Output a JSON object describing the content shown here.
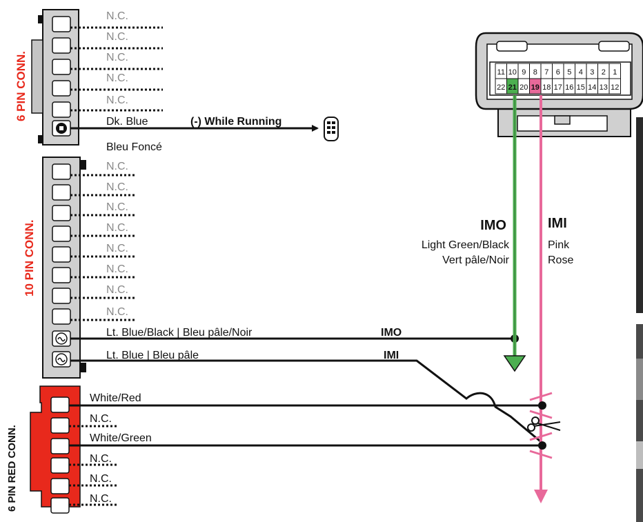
{
  "connectors": {
    "six_pin_title": "6 PIN CONN.",
    "ten_pin_title": "10 PIN CONN.",
    "red_six_pin_title": "6 PIN RED CONN."
  },
  "six_pin": {
    "nc_label": "N.C.",
    "wire_en": "Dk. Blue",
    "wire_fr": "Bleu Foncé",
    "function": "(-) While Running"
  },
  "ten_pin": {
    "nc_label": "N.C.",
    "wire1": "Lt. Blue/Black | Bleu pâle/Noir",
    "wire1_tag": "IMO",
    "wire2": "Lt. Blue | Bleu pâle",
    "wire2_tag": "IMI"
  },
  "red_six_pin": {
    "wire1": "White/Red",
    "wire2": "White/Green",
    "nc_label": "N.C."
  },
  "vehicle_connector": {
    "top_row": [
      "11",
      "10",
      "9",
      "8",
      "7",
      "6",
      "5",
      "4",
      "3",
      "2",
      "1"
    ],
    "bottom_row": [
      "22",
      "21",
      "20",
      "19",
      "18",
      "17",
      "16",
      "15",
      "14",
      "13",
      "12"
    ]
  },
  "imo": {
    "title": "IMO",
    "line1": "Light Green/Black",
    "line2": "Vert pâle/Noir",
    "color": "#4caf50"
  },
  "imi": {
    "title": "IMI",
    "line1": "Pink",
    "line2": "Rose",
    "color": "#e8699a"
  },
  "colors": {
    "red_connector": "#e8291c",
    "grey_connector": "#d0d0d0"
  }
}
